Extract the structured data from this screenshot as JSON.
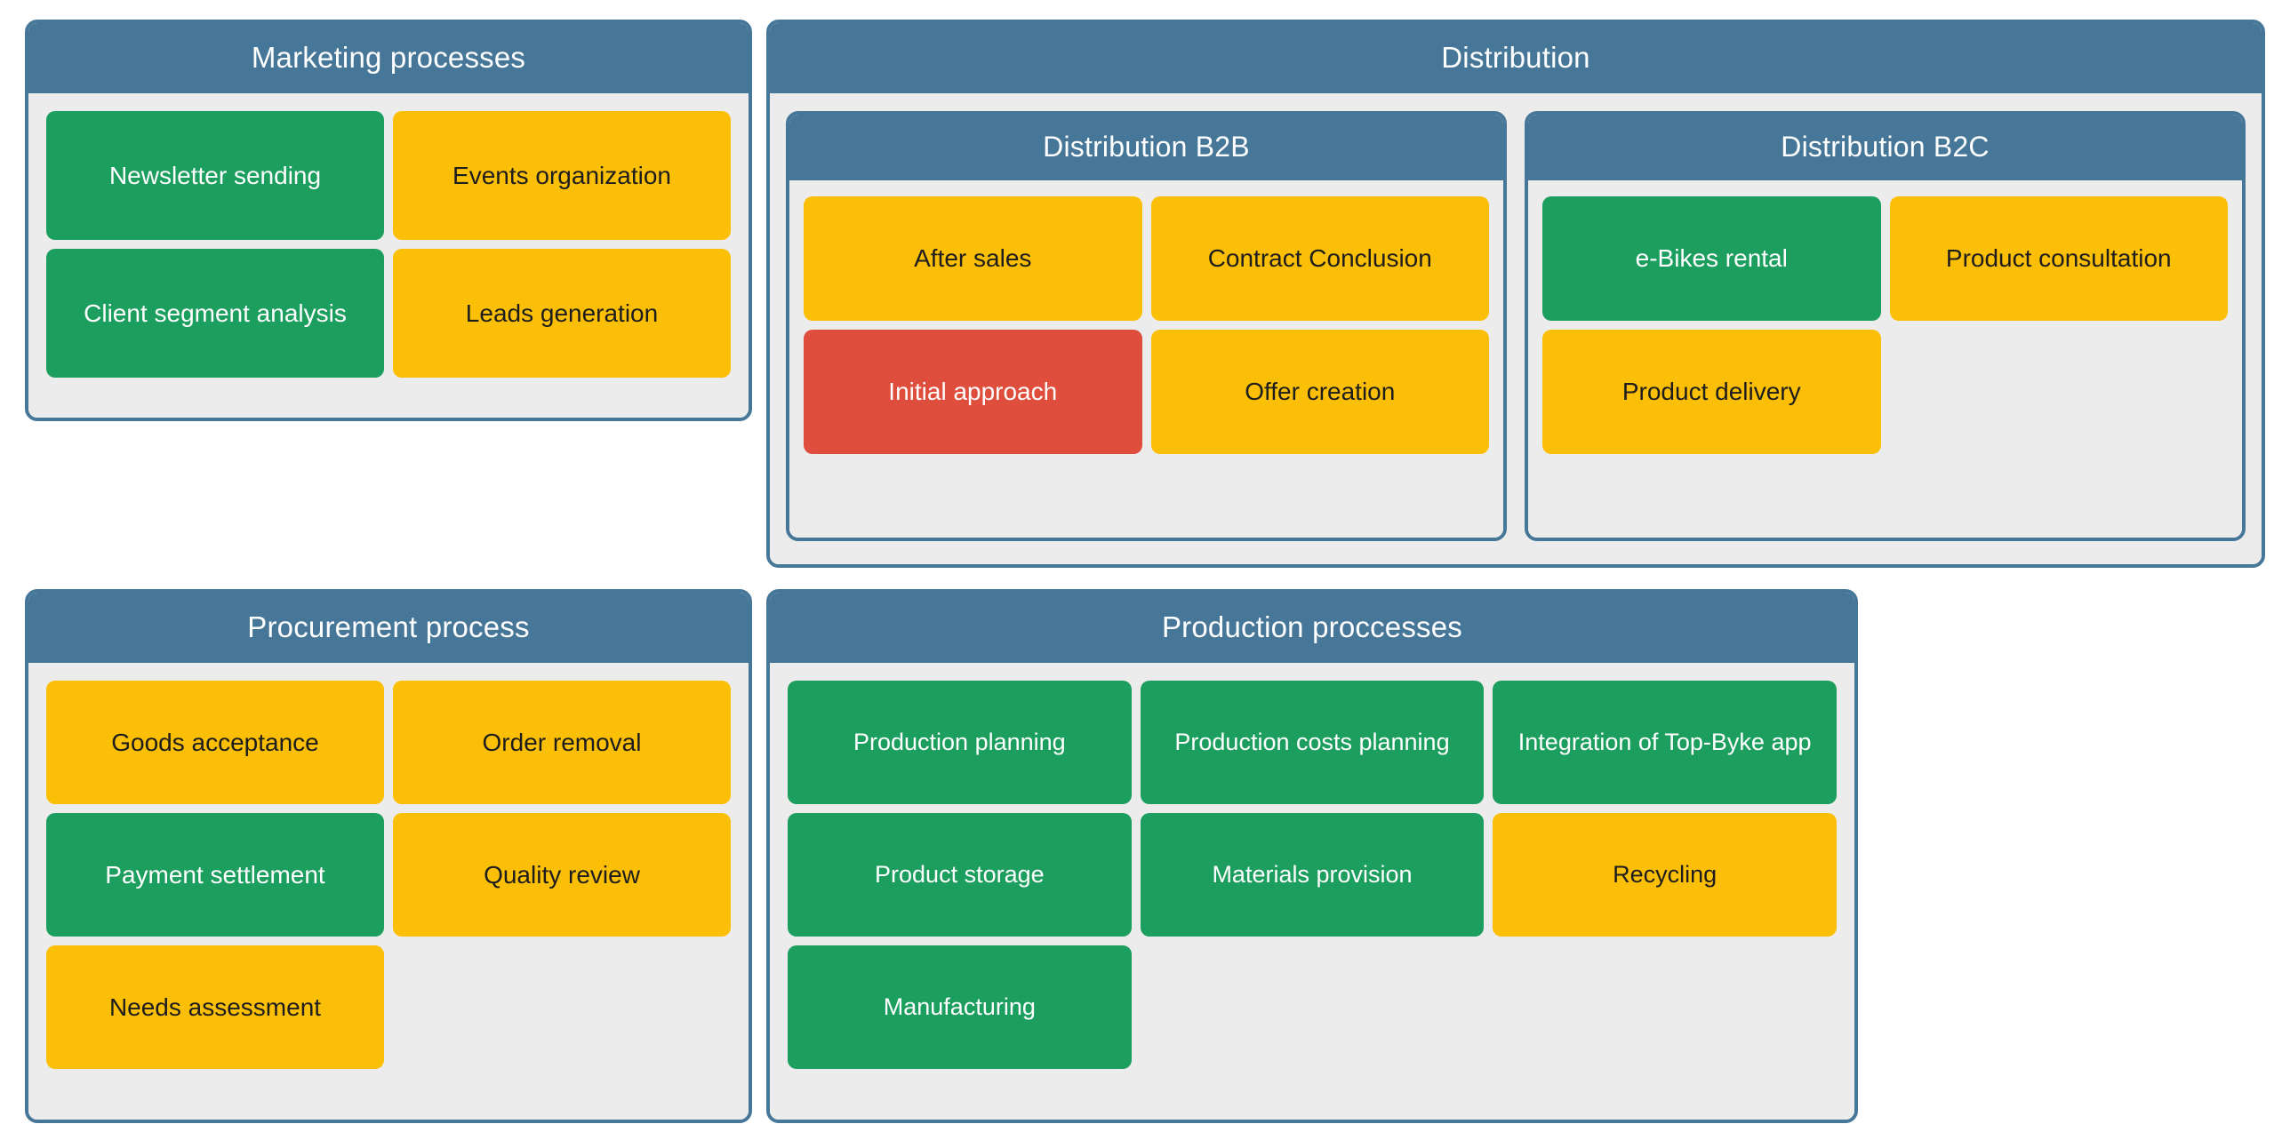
{
  "colors": {
    "header_blue": "#477798",
    "panel_body_gray": "#ececec",
    "card_green": "#1c9e5e",
    "card_yellow": "#fcbf07",
    "card_red": "#df4d3c",
    "page_background": "#ffffff",
    "header_text": "#ffffff",
    "dark_card_text": "#1d1d1d"
  },
  "panels": [
    {
      "id": "marketing",
      "title": "Marketing processes",
      "columns": 2,
      "cards": [
        {
          "label": "Newsletter sending",
          "status": "green"
        },
        {
          "label": "Events organization",
          "status": "yellow"
        },
        {
          "label": "Client segment analysis",
          "status": "green"
        },
        {
          "label": "Leads generation",
          "status": "yellow"
        }
      ]
    },
    {
      "id": "distribution",
      "title": "Distribution",
      "subpanels": [
        {
          "id": "distribution-b2b",
          "title": "Distribution B2B",
          "columns": 2,
          "cards": [
            {
              "label": "After sales",
              "status": "yellow"
            },
            {
              "label": "Contract Conclusion",
              "status": "yellow"
            },
            {
              "label": "Initial approach",
              "status": "red"
            },
            {
              "label": "Offer creation",
              "status": "yellow"
            }
          ]
        },
        {
          "id": "distribution-b2c",
          "title": "Distribution B2C",
          "columns": 2,
          "cards": [
            {
              "label": "e-Bikes rental",
              "status": "green"
            },
            {
              "label": "Product consultation",
              "status": "yellow"
            },
            {
              "label": "Product delivery",
              "status": "yellow"
            }
          ]
        }
      ]
    },
    {
      "id": "procurement",
      "title": "Procurement process",
      "columns": 2,
      "cards": [
        {
          "label": "Goods acceptance",
          "status": "yellow"
        },
        {
          "label": "Order removal",
          "status": "yellow"
        },
        {
          "label": "Payment settlement",
          "status": "green"
        },
        {
          "label": "Quality review",
          "status": "yellow"
        },
        {
          "label": "Needs assessment",
          "status": "yellow"
        }
      ]
    },
    {
      "id": "production",
      "title": "Production proccesses",
      "columns": 3,
      "cards": [
        {
          "label": "Production planning",
          "status": "green"
        },
        {
          "label": "Production costs planning",
          "status": "green"
        },
        {
          "label": "Integration of Top-Byke app",
          "status": "green"
        },
        {
          "label": "Product storage",
          "status": "green"
        },
        {
          "label": "Materials provision",
          "status": "green"
        },
        {
          "label": "Recycling",
          "status": "yellow"
        },
        {
          "label": "Manufacturing",
          "status": "green"
        }
      ]
    }
  ]
}
